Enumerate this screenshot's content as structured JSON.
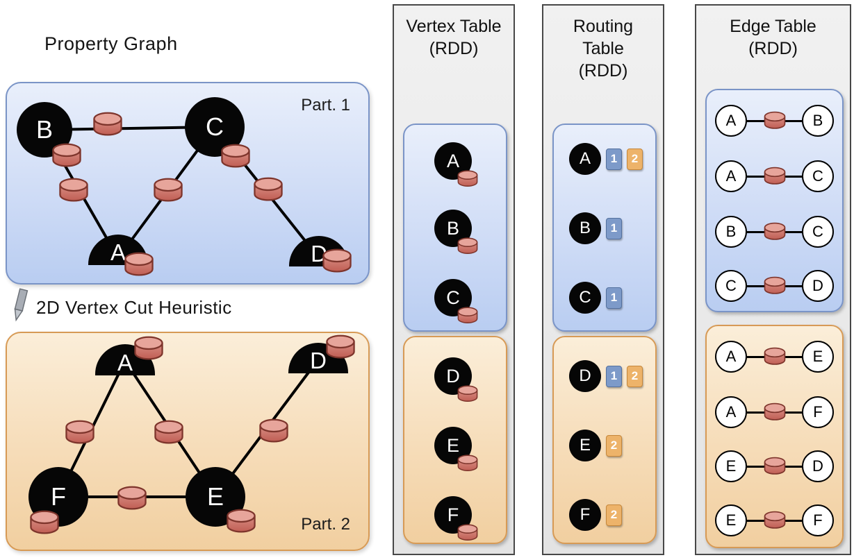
{
  "colors": {
    "partition1_fill": "#cfdcf6",
    "partition1_border": "#7a94c7",
    "partition2_fill": "#f6dcb8",
    "partition2_border": "#d79a55",
    "vertex_fill": "#060606",
    "cylinder_fill": "#c96d63",
    "badge1_fill": "#7d9ac9",
    "badge2_fill": "#edb36a",
    "column_fill": "#e9e9e9"
  },
  "left": {
    "title": "Property Graph",
    "cut_label": "2D Vertex Cut Heuristic",
    "part1": {
      "label": "Part. 1",
      "vertices": [
        "B",
        "C",
        "A",
        "D"
      ],
      "edges": [
        [
          "B",
          "C"
        ],
        [
          "B",
          "A"
        ],
        [
          "C",
          "A"
        ],
        [
          "C",
          "D"
        ]
      ]
    },
    "part2": {
      "label": "Part. 2",
      "vertices": [
        "A",
        "D",
        "F",
        "E"
      ],
      "edges": [
        [
          "A",
          "F"
        ],
        [
          "A",
          "E"
        ],
        [
          "F",
          "E"
        ],
        [
          "E",
          "D"
        ]
      ]
    }
  },
  "vertex_table": {
    "title": [
      "Vertex Table",
      "(RDD)"
    ],
    "part1_vertices": [
      "A",
      "B",
      "C"
    ],
    "part2_vertices": [
      "D",
      "E",
      "F"
    ]
  },
  "routing_table": {
    "title": [
      "Routing",
      "Table",
      "(RDD)"
    ],
    "part1_rows": [
      {
        "vertex": "A",
        "badges": [
          "1",
          "2"
        ]
      },
      {
        "vertex": "B",
        "badges": [
          "1"
        ]
      },
      {
        "vertex": "C",
        "badges": [
          "1"
        ]
      }
    ],
    "part2_rows": [
      {
        "vertex": "D",
        "badges": [
          "1",
          "2"
        ]
      },
      {
        "vertex": "E",
        "badges": [
          "2"
        ]
      },
      {
        "vertex": "F",
        "badges": [
          "2"
        ]
      }
    ]
  },
  "edge_table": {
    "title": [
      "Edge Table",
      "(RDD)"
    ],
    "part1_edges": [
      [
        "A",
        "B"
      ],
      [
        "A",
        "C"
      ],
      [
        "B",
        "C"
      ],
      [
        "C",
        "D"
      ]
    ],
    "part2_edges": [
      [
        "A",
        "E"
      ],
      [
        "A",
        "F"
      ],
      [
        "E",
        "D"
      ],
      [
        "E",
        "F"
      ]
    ]
  }
}
